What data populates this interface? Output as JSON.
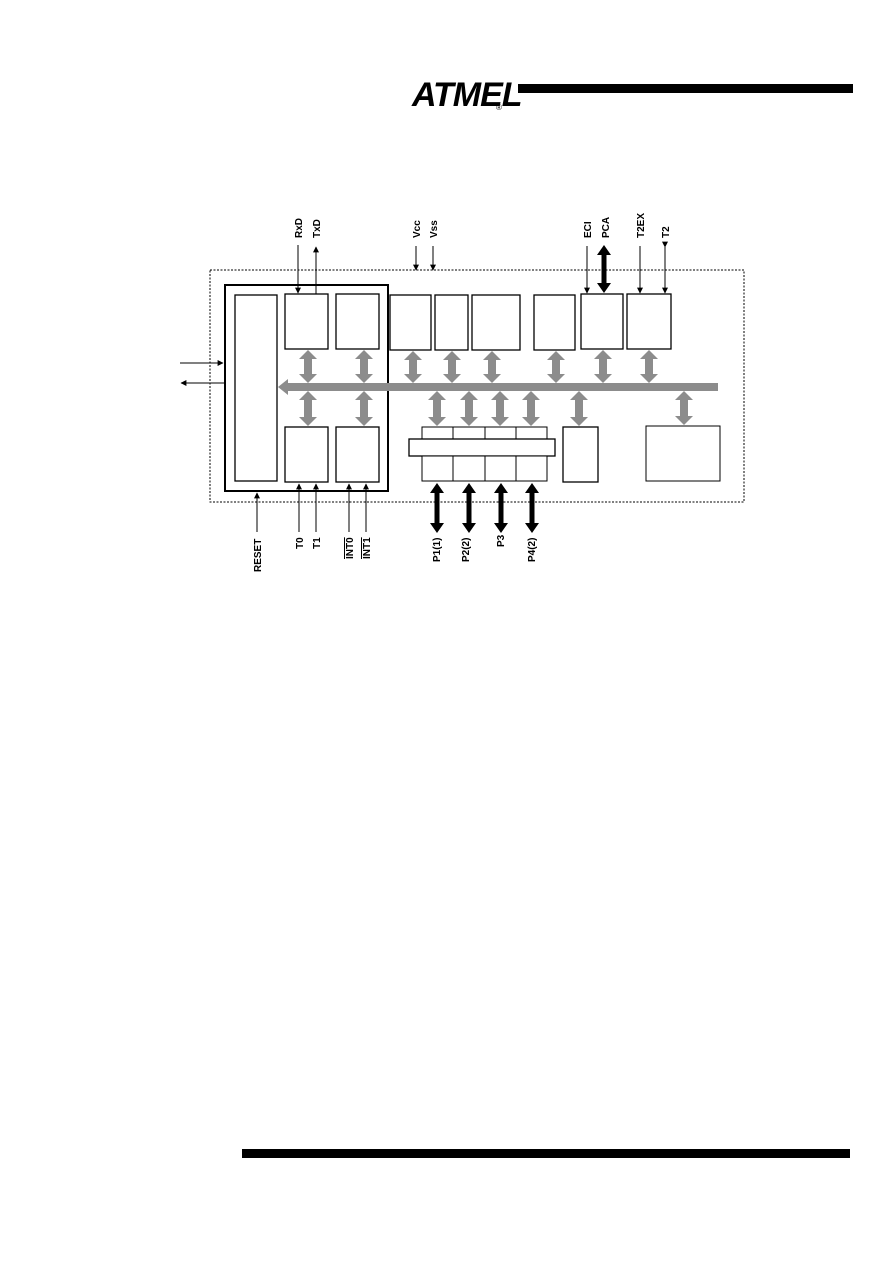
{
  "header": {
    "logo_text": "ATMEL",
    "registered_mark": "®"
  },
  "diagram": {
    "top_pins": {
      "rxd": "RxD",
      "txd": "TxD",
      "vcc": "Vcc",
      "vss": "Vss",
      "eci": "ECI",
      "pca": "PCA",
      "t2ex": "T2EX",
      "t2": "T2"
    },
    "bottom_pins": {
      "reset": "RESET",
      "t0": "T0",
      "t1": "T1",
      "int0": "INT0",
      "int1": "INT1",
      "p1": "P1(1)",
      "p2": "P2(2)",
      "p3": "P3",
      "p4": "P4(2)"
    }
  },
  "colors": {
    "bus": "#8c8c8c",
    "line": "#000000",
    "background": "#ffffff"
  }
}
